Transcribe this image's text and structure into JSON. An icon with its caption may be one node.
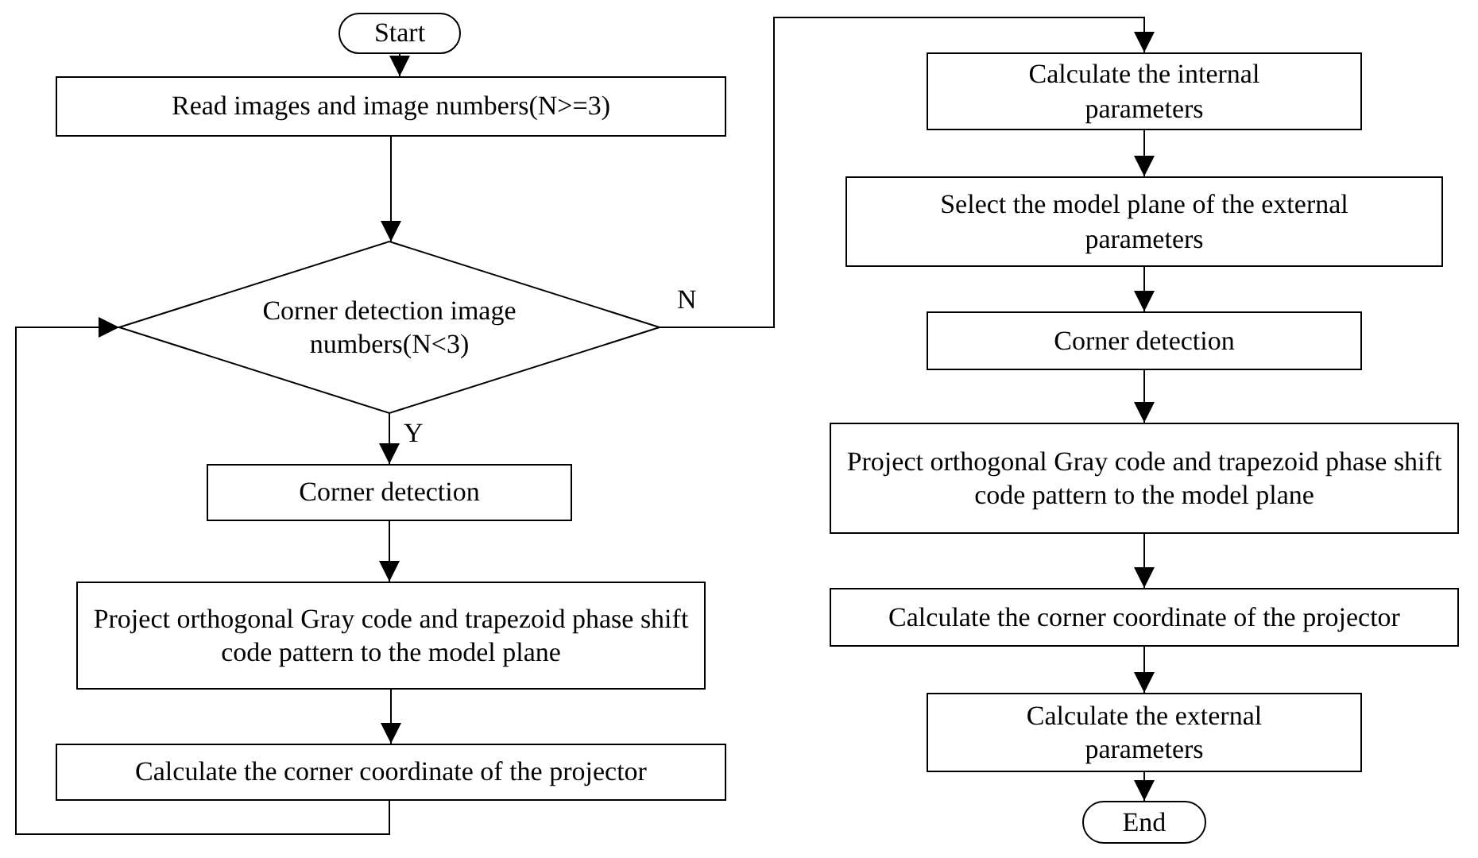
{
  "diagram": {
    "nodes": [
      {
        "text": [
          "Start"
        ]
      },
      {
        "text": [
          "Read images and image numbers(N>=3)"
        ]
      },
      {
        "text": [
          "Corner detection image numbers(N<3)"
        ]
      },
      {
        "text": [
          "Corner detection"
        ]
      },
      {
        "text": [
          "Project orthogonal Gray code and trapezoid phase shift code pattern to the model plane"
        ]
      },
      {
        "text": [
          "Calculate the corner coordinate of the projector"
        ]
      },
      {
        "text": [
          "Calculate the internal parameters"
        ]
      },
      {
        "text": [
          "Select the model plane of the external parameters"
        ]
      },
      {
        "text": [
          "Corner detection"
        ]
      },
      {
        "text": [
          "Project orthogonal Gray code and trapezoid phase shift code pattern to the model plane"
        ]
      },
      {
        "text": [
          "Calculate the corner coordinate of the projector"
        ]
      },
      {
        "text": [
          "Calculate the external parameters"
        ]
      },
      {
        "text": [
          "End"
        ]
      }
    ],
    "edges": [
      {
        "from": 0,
        "to": 1,
        "arrow": "to"
      },
      {
        "from": 1,
        "to": 2,
        "arrow": "to"
      },
      {
        "from": 2,
        "to": 3,
        "label": "Y",
        "arrow": "to"
      },
      {
        "from": 3,
        "to": 4,
        "arrow": "to"
      },
      {
        "from": 4,
        "to": 5,
        "arrow": "to"
      },
      {
        "from": 5,
        "to": 2,
        "arrow": "to"
      },
      {
        "from": 2,
        "to": 6,
        "label": "N",
        "arrow": "to"
      },
      {
        "from": 6,
        "to": 7,
        "arrow": "to"
      },
      {
        "from": 7,
        "to": 8,
        "arrow": "to"
      },
      {
        "from": 8,
        "to": 9,
        "arrow": "to"
      },
      {
        "from": 9,
        "to": 10,
        "arrow": "to"
      },
      {
        "from": 10,
        "to": 11,
        "arrow": "to"
      },
      {
        "from": 11,
        "to": 12,
        "arrow": "to"
      }
    ]
  }
}
